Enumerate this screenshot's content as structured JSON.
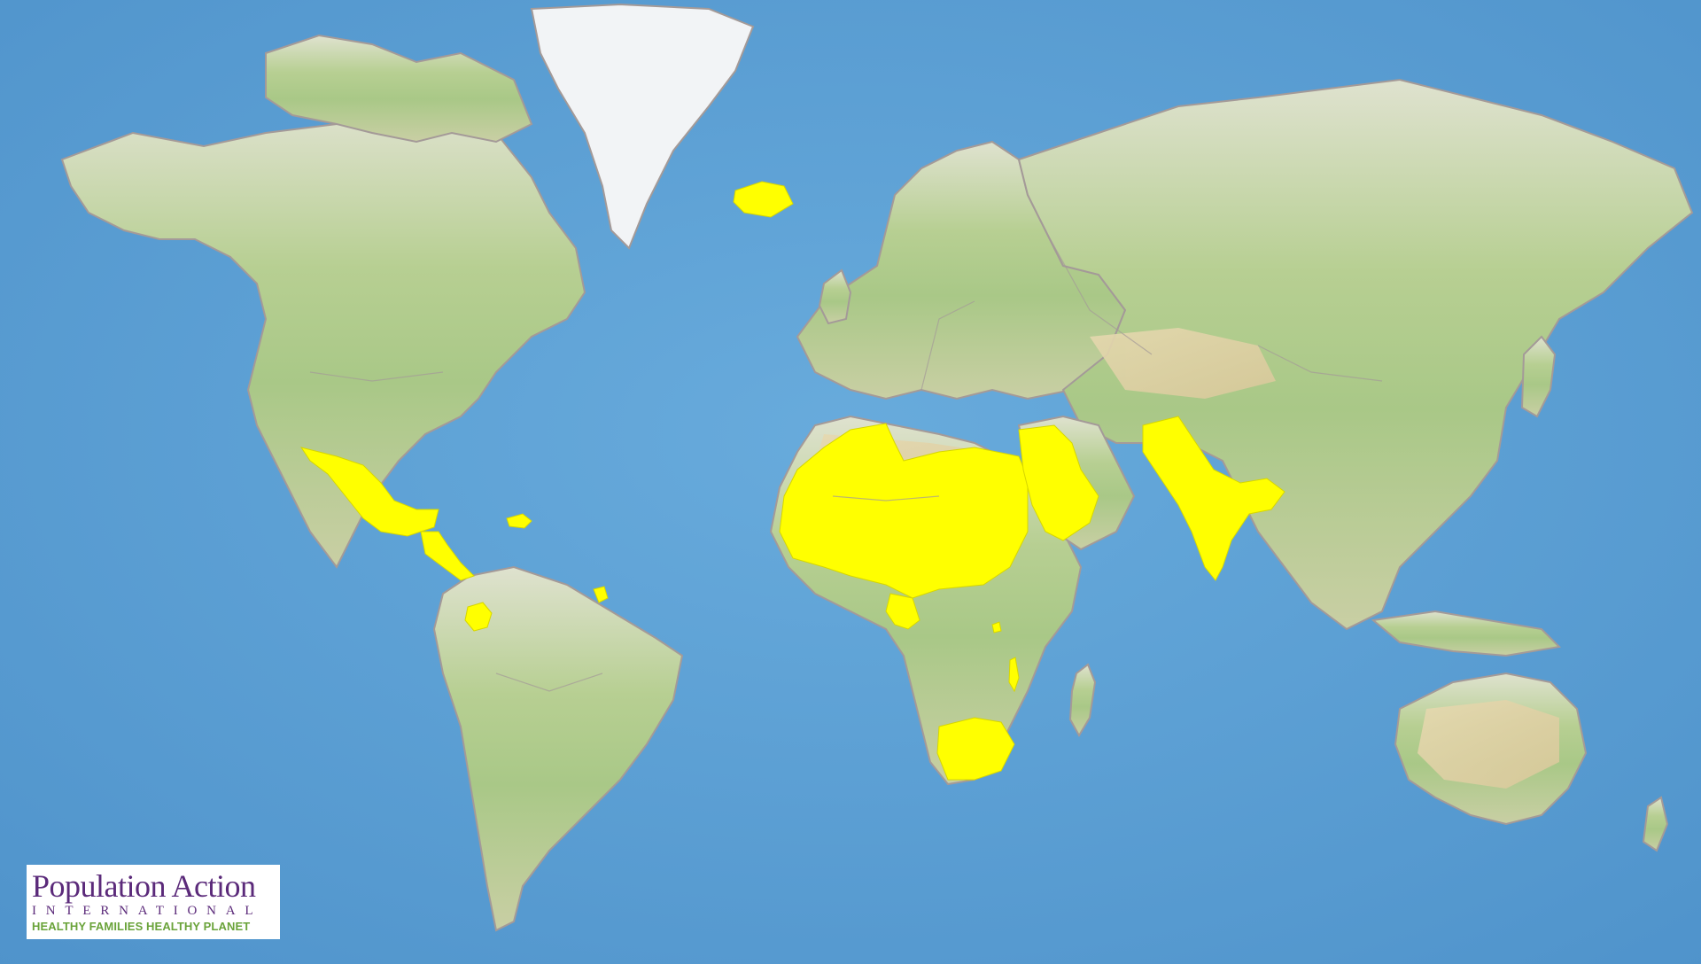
{
  "map": {
    "projection": "mercator",
    "style": "physical terrain world map",
    "highlighted_regions": [
      "Mexico",
      "Guatemala",
      "Honduras",
      "Nicaragua",
      "Costa Rica",
      "Panama",
      "Haiti",
      "Dominican Republic",
      "Suriname",
      "Ecuador",
      "Iceland",
      "Morocco",
      "Western Sahara",
      "Mauritania",
      "Senegal",
      "Gambia",
      "Guinea-Bissau",
      "Guinea",
      "Sierra Leone",
      "Liberia",
      "Cote d'Ivoire",
      "Ghana",
      "Togo",
      "Benin",
      "Burkina Faso",
      "Niger",
      "Nigeria",
      "Chad",
      "Libya",
      "Tunisia",
      "Cameroon",
      "Equatorial Guinea",
      "Rwanda",
      "Malawi",
      "South Africa",
      "Saudi Arabia",
      "Yemen",
      "Pakistan",
      "India",
      "Bangladesh"
    ],
    "colors": {
      "ocean": "#5a9fd4",
      "land": "#b9cf96",
      "highlight": "#ffff00",
      "border": "#a49a98",
      "ice": "#f2f4f6"
    }
  },
  "logo": {
    "name": "Population Action",
    "subtitle": "INTERNATIONAL",
    "tagline": "HEALTHY FAMILIES  HEALTHY PLANET",
    "colors": {
      "name": "#5b2a7a",
      "tagline": "#6aa33a"
    }
  }
}
